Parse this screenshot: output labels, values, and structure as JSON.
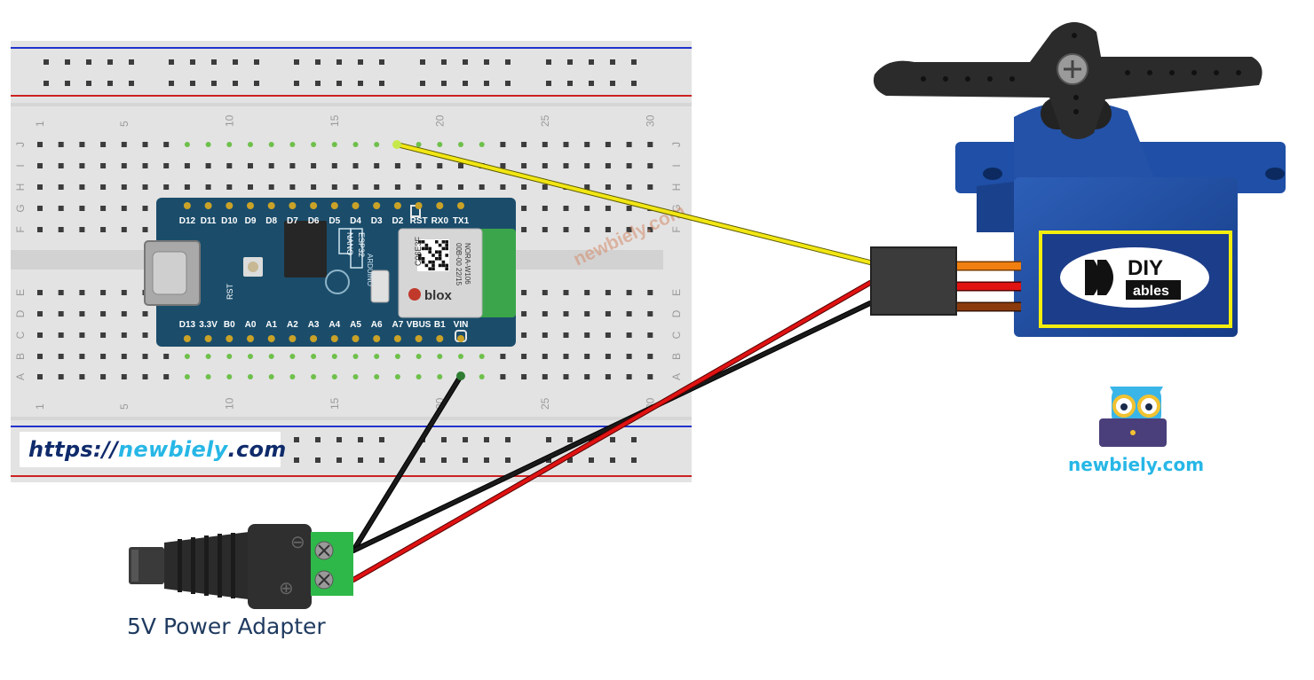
{
  "breadboard": {
    "column_numbers_top": [
      "1",
      "5",
      "10",
      "15",
      "20",
      "25",
      "30"
    ],
    "column_numbers_bottom": [
      "1",
      "5",
      "10",
      "15",
      "20",
      "25",
      "30"
    ],
    "row_letters_top": [
      "J",
      "I",
      "H",
      "G",
      "F"
    ],
    "row_letters_bottom": [
      "E",
      "D",
      "C",
      "B",
      "A"
    ]
  },
  "board": {
    "top_pins": [
      "D12",
      "D11",
      "D10",
      "D9",
      "D8",
      "D7",
      "D6",
      "D5",
      "D4",
      "D3",
      "D2",
      "RST",
      "RX0",
      "TX1"
    ],
    "bottom_pins": [
      "D13",
      "3.3V",
      "B0",
      "A0",
      "A1",
      "A2",
      "A3",
      "A4",
      "A5",
      "A6",
      "A7",
      "VBUS",
      "B1",
      "VIN"
    ],
    "nano_label": "NANO",
    "esp32_label": "ESP32",
    "arduino_label": "ARDUINO",
    "rst_label": "RST",
    "module_id": "C06E3F",
    "module_code": "00B-00 22/15",
    "module_name": "NORA-W106",
    "module_brand": "blox"
  },
  "watermark": "newbiely.com",
  "site_url": {
    "prefix": "https://",
    "name": "newbiely",
    "suffix": ".com"
  },
  "adapter": {
    "label": "5V Power Adapter",
    "minus_symbol": "⊖",
    "plus_symbol": "⊕"
  },
  "servo": {
    "logo_top": "DIY",
    "logo_bottom": "ables"
  },
  "brand": {
    "text": "newbiely.com"
  },
  "wire_colors": {
    "signal": "#f2e614",
    "power": "#e01212",
    "ground": "#1a1a1a",
    "servo_signal": "#f07f10",
    "servo_ground": "#8b3a0e"
  }
}
